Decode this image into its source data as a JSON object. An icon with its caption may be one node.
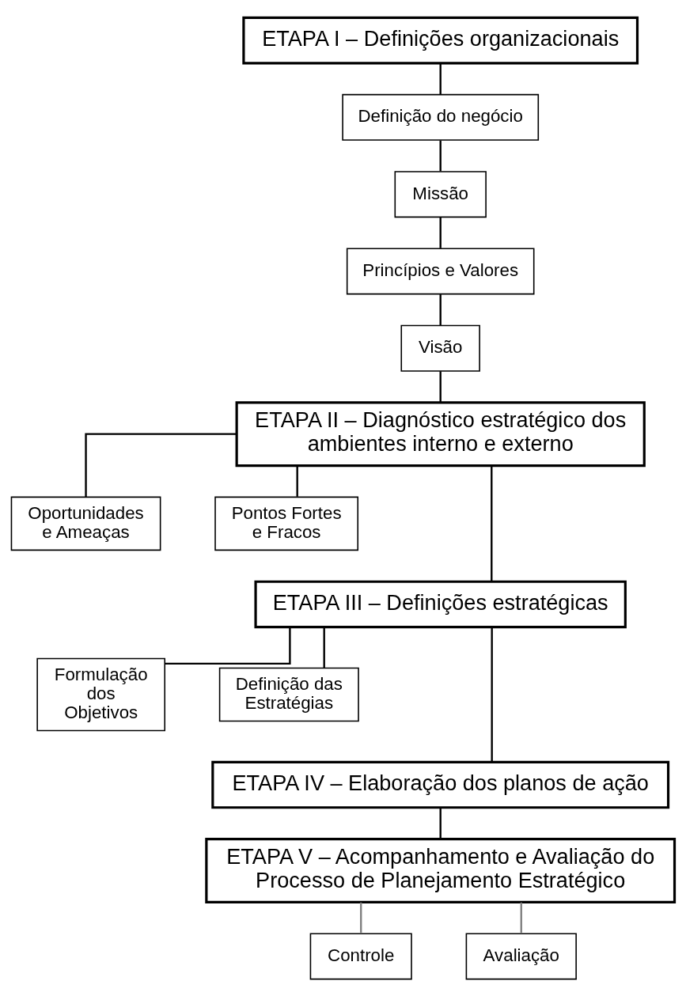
{
  "diagram": {
    "nodes": [
      {
        "text": [
          "ETAPA I – Definições organizacionais"
        ]
      },
      {
        "text": [
          "Definição do negócio"
        ]
      },
      {
        "text": [
          "Missão"
        ]
      },
      {
        "text": [
          "Princípios e Valores"
        ]
      },
      {
        "text": [
          "Visão"
        ]
      },
      {
        "text": [
          "ETAPA II – Diagnóstico estratégico dos ambientes interno e externo"
        ]
      },
      {
        "text": [
          "Oportunidades e Ameaças"
        ]
      },
      {
        "text": [
          "Pontos Fortes e Fracos"
        ]
      },
      {
        "text": [
          "ETAPA III – Definições estratégicas"
        ]
      },
      {
        "text": [
          "Formulação dos Objetivos"
        ]
      },
      {
        "text": [
          "Definição das Estratégias"
        ]
      },
      {
        "text": [
          "ETAPA IV – Elaboração dos planos de ação"
        ]
      },
      {
        "text": [
          "ETAPA V – Acompanhamento e Avaliação do Processo de Planejamento Estratégico"
        ]
      },
      {
        "text": [
          "Controle"
        ]
      },
      {
        "text": [
          "Avaliação"
        ]
      }
    ],
    "edges": [
      {
        "from": 0,
        "to": 1,
        "arrow": "none"
      },
      {
        "from": 1,
        "to": 2,
        "arrow": "none"
      },
      {
        "from": 2,
        "to": 3,
        "arrow": "none"
      },
      {
        "from": 3,
        "to": 4,
        "arrow": "none"
      },
      {
        "from": 4,
        "to": 5,
        "arrow": "none"
      },
      {
        "from": 5,
        "to": 6,
        "arrow": "none"
      },
      {
        "from": 5,
        "to": 7,
        "arrow": "none"
      },
      {
        "from": 5,
        "to": 8,
        "arrow": "none"
      },
      {
        "from": 8,
        "to": 9,
        "arrow": "none"
      },
      {
        "from": 8,
        "to": 10,
        "arrow": "none"
      },
      {
        "from": 8,
        "to": 11,
        "arrow": "none"
      },
      {
        "from": 11,
        "to": 12,
        "arrow": "none"
      },
      {
        "from": 12,
        "to": 13,
        "arrow": "none",
        "color": "#808080"
      },
      {
        "from": 12,
        "to": 14,
        "arrow": "none",
        "color": "#808080"
      }
    ]
  }
}
